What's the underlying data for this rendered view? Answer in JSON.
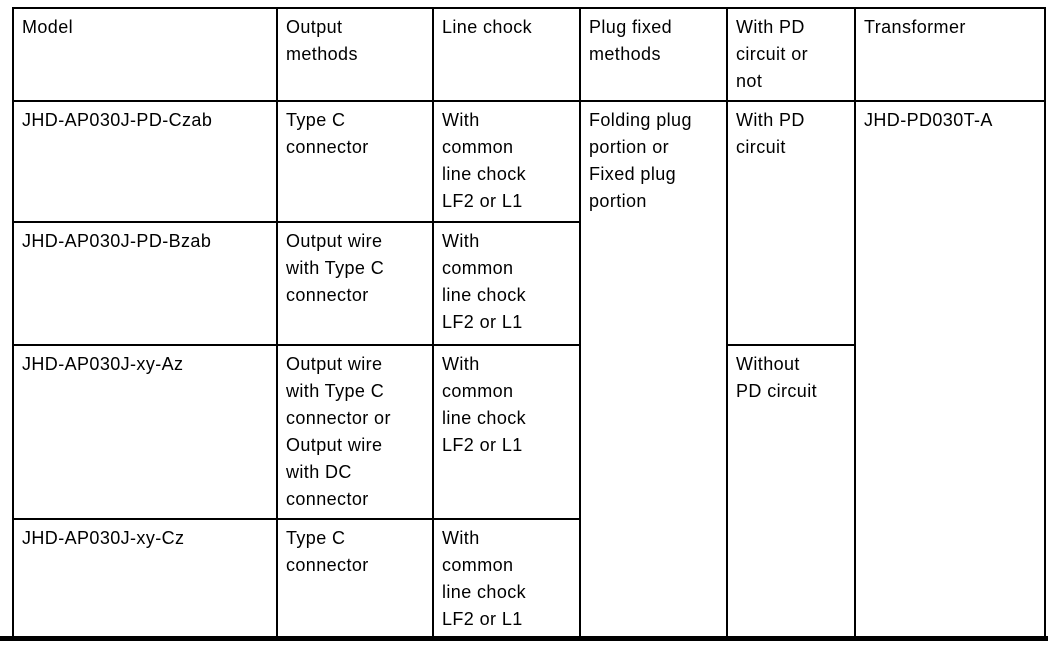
{
  "table": {
    "headers": [
      "Model",
      "Output\nmethods",
      "Line chock",
      "Plug fixed\nmethods",
      "With PD\ncircuit or\nnot",
      "Transformer"
    ],
    "rows": [
      {
        "model": "JHD-AP030J-PD-Czab",
        "output_methods": "Type C\nconnector",
        "line_chock": "With\ncommon\nline chock\nLF2 or L1"
      },
      {
        "model": "JHD-AP030J-PD-Bzab",
        "output_methods": "Output wire\nwith Type C\nconnector",
        "line_chock": "With\ncommon\nline chock\nLF2 or L1"
      },
      {
        "model": "JHD-AP030J-xy-Az",
        "output_methods": "Output wire\nwith Type C\nconnector or\nOutput wire\nwith DC\nconnector",
        "line_chock": "With\ncommon\nline chock\nLF2 or L1"
      },
      {
        "model": "JHD-AP030J-xy-Cz",
        "output_methods": "Type C\nconnector",
        "line_chock": "With\ncommon\nline chock\nLF2 or L1"
      }
    ],
    "merged_cells": {
      "plug_fixed_methods": "Folding plug\nportion or\nFixed plug\nportion",
      "with_pd_circuit": "With PD\ncircuit",
      "without_pd_circuit": "Without\nPD circuit",
      "transformer": "JHD-PD030T-A"
    }
  },
  "colors": {
    "border": "#000000",
    "text": "#000000",
    "background": "#ffffff"
  }
}
